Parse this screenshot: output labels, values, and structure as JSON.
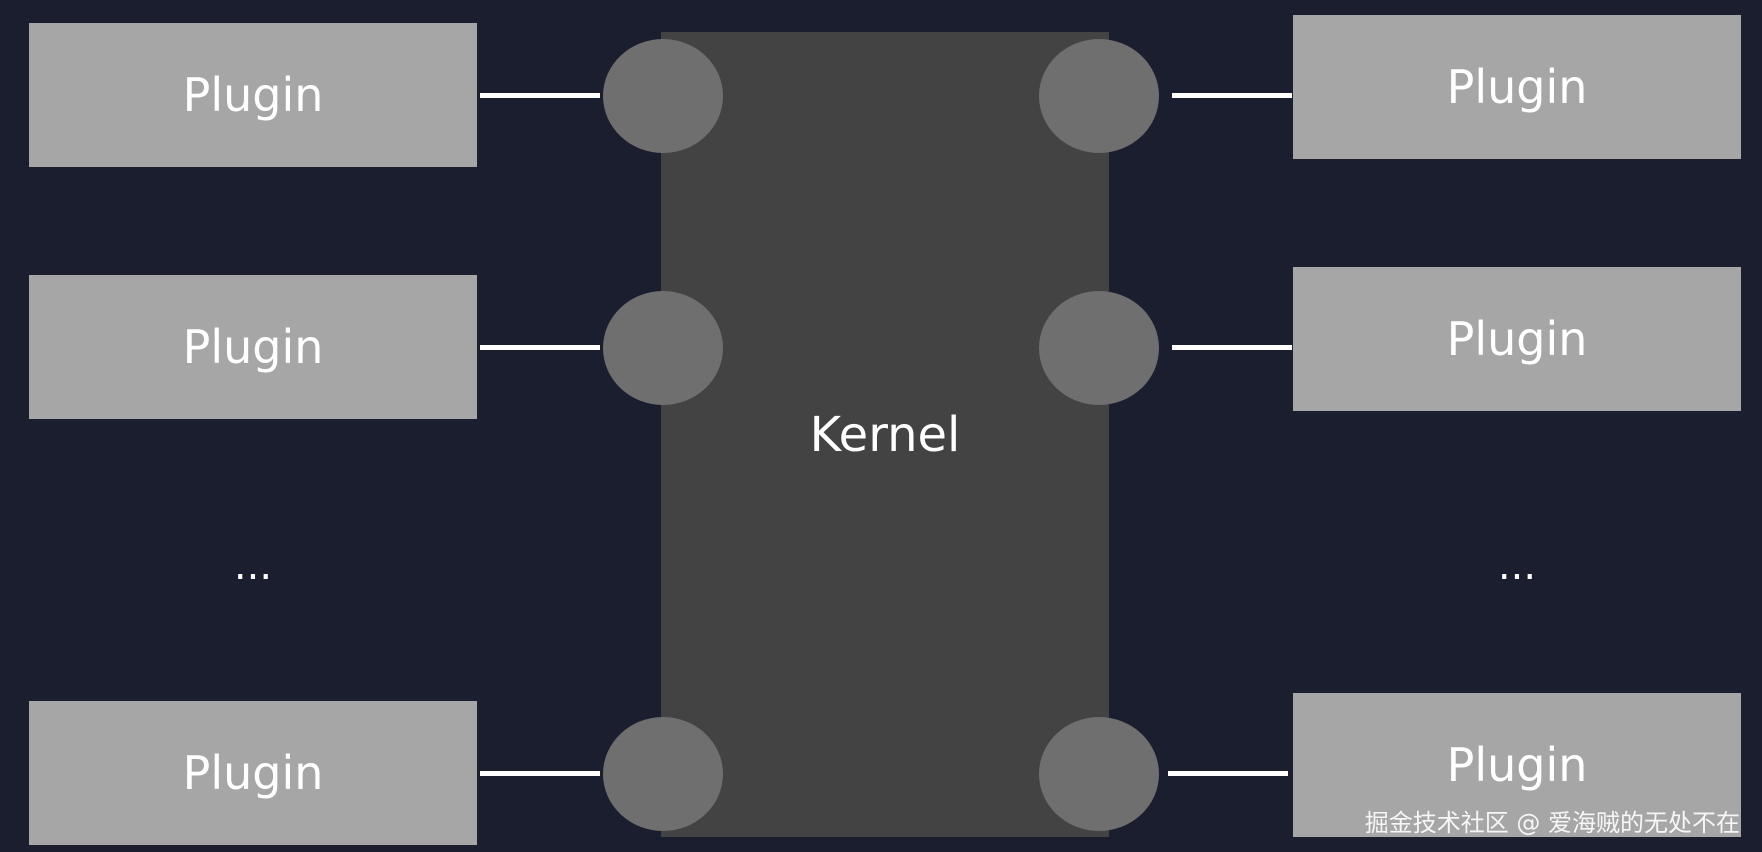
{
  "kernel": {
    "label": "Kernel"
  },
  "left_plugins": [
    {
      "label": "Plugin"
    },
    {
      "label": "Plugin"
    },
    {
      "label": "Plugin"
    }
  ],
  "right_plugins": [
    {
      "label": "Plugin"
    },
    {
      "label": "Plugin"
    },
    {
      "label": "Plugin"
    }
  ],
  "left_ellipsis": "...",
  "right_ellipsis": "...",
  "watermark": "掘金技术社区 @ 爱海贼的无处不在",
  "colors": {
    "background": "#1b1e2f",
    "plugin_box": "#a6a6a6",
    "kernel_box": "#434343",
    "port": "#6f6f6f",
    "connector": "#ffffff",
    "text": "#ffffff"
  }
}
